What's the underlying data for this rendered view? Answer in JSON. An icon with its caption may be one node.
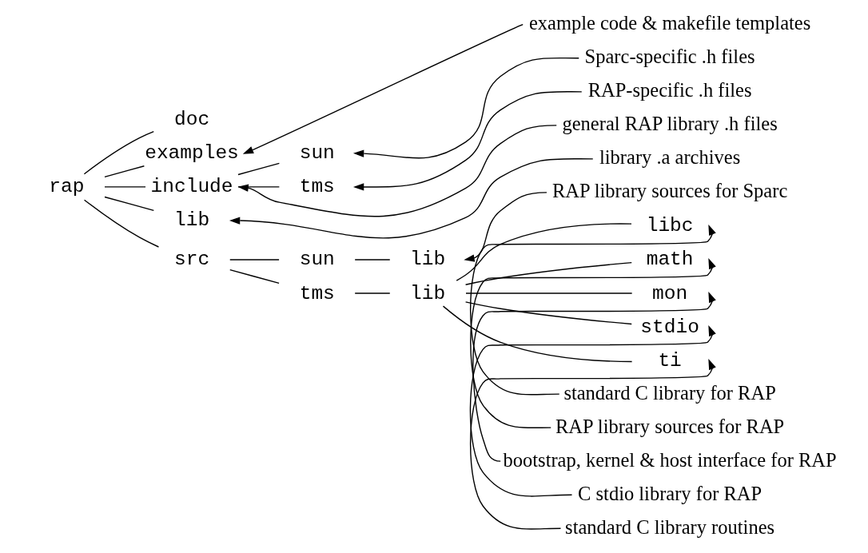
{
  "diagram": {
    "nodes": [
      {
        "text": [
          "rap"
        ]
      },
      {
        "text": [
          "doc"
        ]
      },
      {
        "text": [
          "examples"
        ]
      },
      {
        "text": [
          "include"
        ]
      },
      {
        "text": [
          "sun"
        ]
      },
      {
        "text": [
          "tms"
        ]
      },
      {
        "text": [
          "lib"
        ]
      },
      {
        "text": [
          "src"
        ]
      },
      {
        "text": [
          "sun"
        ]
      },
      {
        "text": [
          "lib"
        ]
      },
      {
        "text": [
          "tms"
        ]
      },
      {
        "text": [
          "lib"
        ]
      },
      {
        "text": [
          "libc"
        ]
      },
      {
        "text": [
          "math"
        ]
      },
      {
        "text": [
          "mon"
        ]
      },
      {
        "text": [
          "stdio"
        ]
      },
      {
        "text": [
          "ti"
        ]
      },
      {
        "text": [
          "example code & makefile templates"
        ]
      },
      {
        "text": [
          "general RAP library .h files"
        ]
      },
      {
        "text": [
          "Sparc-specific .h files"
        ]
      },
      {
        "text": [
          "RAP-specific .h files"
        ]
      },
      {
        "text": [
          "library .a archives"
        ]
      },
      {
        "text": [
          "RAP library sources for Sparc"
        ]
      },
      {
        "text": [
          "standard C library for RAP"
        ]
      },
      {
        "text": [
          "RAP library sources for RAP"
        ]
      },
      {
        "text": [
          "bootstrap, kernel & host interface for RAP"
        ]
      },
      {
        "text": [
          "C stdio library for RAP"
        ]
      },
      {
        "text": [
          "standard C library routines"
        ]
      }
    ],
    "edges": [
      {
        "from": 0,
        "to": 1,
        "arrow": "none"
      },
      {
        "from": 0,
        "to": 2,
        "arrow": "none"
      },
      {
        "from": 0,
        "to": 3,
        "arrow": "none"
      },
      {
        "from": 3,
        "to": 4,
        "arrow": "none"
      },
      {
        "from": 3,
        "to": 5,
        "arrow": "none"
      },
      {
        "from": 0,
        "to": 6,
        "arrow": "none"
      },
      {
        "from": 0,
        "to": 7,
        "arrow": "none"
      },
      {
        "from": 7,
        "to": 8,
        "arrow": "none"
      },
      {
        "from": 8,
        "to": 9,
        "arrow": "none"
      },
      {
        "from": 7,
        "to": 10,
        "arrow": "none"
      },
      {
        "from": 10,
        "to": 11,
        "arrow": "none"
      },
      {
        "from": 11,
        "to": 12,
        "arrow": "none"
      },
      {
        "from": 11,
        "to": 13,
        "arrow": "none"
      },
      {
        "from": 11,
        "to": 14,
        "arrow": "none"
      },
      {
        "from": 11,
        "to": 15,
        "arrow": "none"
      },
      {
        "from": 11,
        "to": 16,
        "arrow": "none"
      },
      {
        "from": 17,
        "to": 2,
        "arrow": "to"
      },
      {
        "from": 18,
        "to": 3,
        "arrow": "to"
      },
      {
        "from": 19,
        "to": 4,
        "arrow": "to"
      },
      {
        "from": 20,
        "to": 5,
        "arrow": "to"
      },
      {
        "from": 21,
        "to": 6,
        "arrow": "to"
      },
      {
        "from": 22,
        "to": 9,
        "arrow": "to"
      },
      {
        "from": 23,
        "to": 12,
        "arrow": "to"
      },
      {
        "from": 24,
        "to": 13,
        "arrow": "to"
      },
      {
        "from": 25,
        "to": 14,
        "arrow": "to"
      },
      {
        "from": 26,
        "to": 15,
        "arrow": "to"
      },
      {
        "from": 27,
        "to": 16,
        "arrow": "to"
      }
    ]
  }
}
